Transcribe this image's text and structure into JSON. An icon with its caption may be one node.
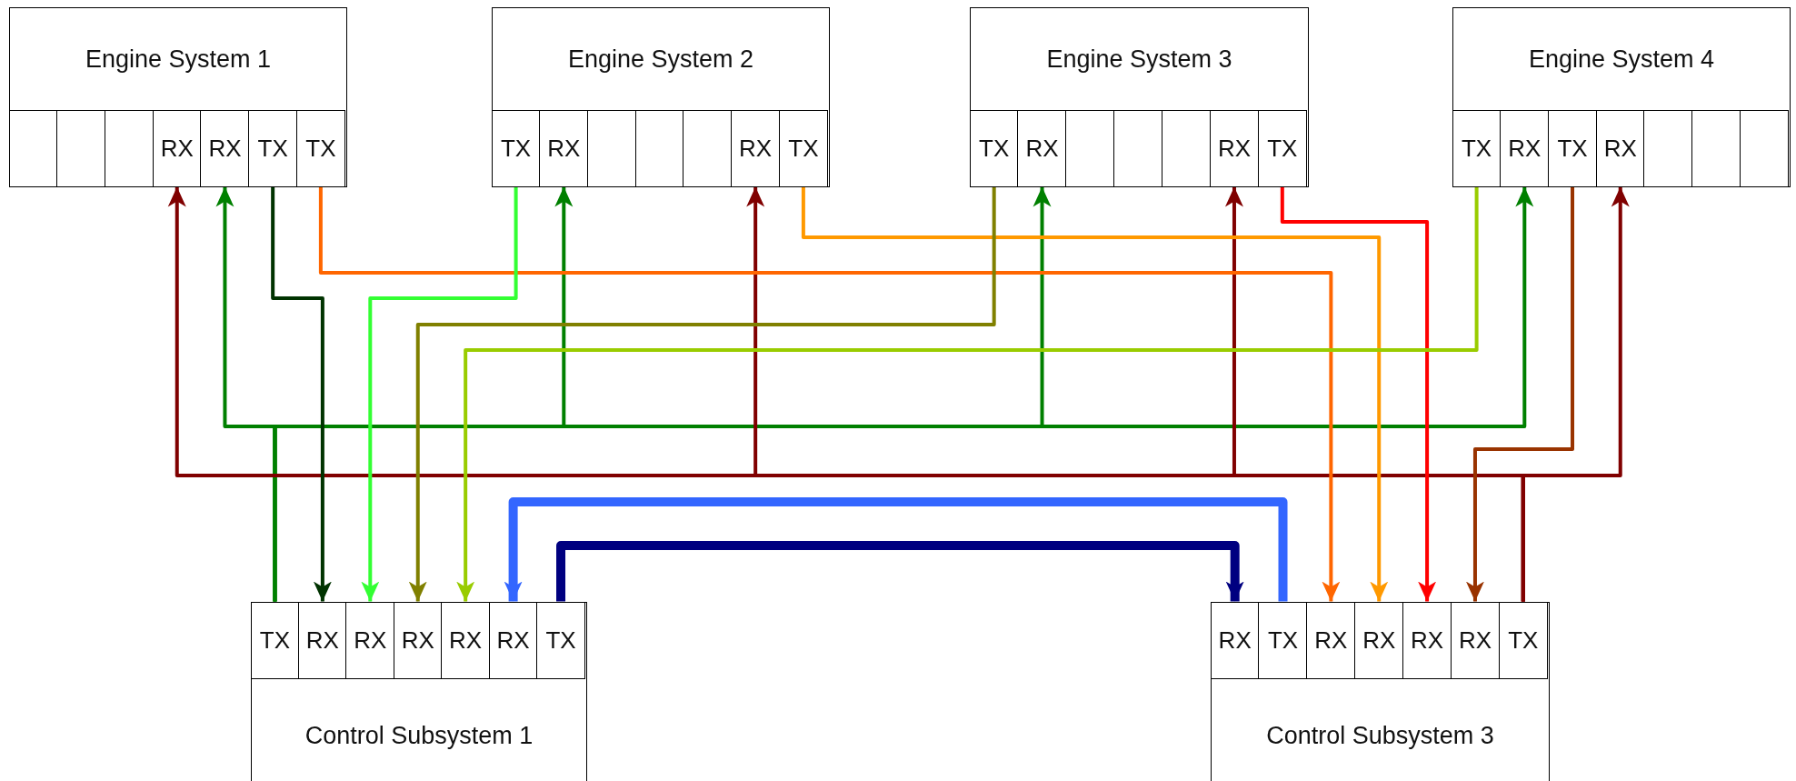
{
  "diagram": {
    "nodes": [
      {
        "text": [
          "Engine System 1"
        ]
      },
      {
        "text": [],
        "shape": "box",
        "in": 0
      },
      {
        "text": [],
        "shape": "box",
        "in": 0
      },
      {
        "text": [],
        "shape": "box",
        "in": 0
      },
      {
        "text": [
          "RX"
        ],
        "in": 0
      },
      {
        "text": [
          "RX"
        ],
        "in": 0
      },
      {
        "text": [
          "TX"
        ],
        "in": 0
      },
      {
        "text": [
          "TX"
        ],
        "in": 0
      },
      {
        "text": [
          "Engine System 2"
        ]
      },
      {
        "text": [
          "TX"
        ],
        "in": 8
      },
      {
        "text": [
          "RX"
        ],
        "in": 8
      },
      {
        "text": [],
        "shape": "box",
        "in": 8
      },
      {
        "text": [],
        "shape": "box",
        "in": 8
      },
      {
        "text": [],
        "shape": "box",
        "in": 8
      },
      {
        "text": [
          "RX"
        ],
        "in": 8
      },
      {
        "text": [
          "TX"
        ],
        "in": 8
      },
      {
        "text": [
          "Engine System 3"
        ]
      },
      {
        "text": [
          "TX"
        ],
        "in": 16
      },
      {
        "text": [
          "RX"
        ],
        "in": 16
      },
      {
        "text": [],
        "shape": "box",
        "in": 16
      },
      {
        "text": [],
        "shape": "box",
        "in": 16
      },
      {
        "text": [],
        "shape": "box",
        "in": 16
      },
      {
        "text": [
          "RX"
        ],
        "in": 16
      },
      {
        "text": [
          "TX"
        ],
        "in": 16
      },
      {
        "text": [
          "Engine System 4"
        ]
      },
      {
        "text": [
          "TX"
        ],
        "in": 24
      },
      {
        "text": [
          "RX"
        ],
        "in": 24
      },
      {
        "text": [
          "TX"
        ],
        "in": 24
      },
      {
        "text": [
          "RX"
        ],
        "in": 24
      },
      {
        "text": [],
        "shape": "box",
        "in": 24
      },
      {
        "text": [],
        "shape": "box",
        "in": 24
      },
      {
        "text": [],
        "shape": "box",
        "in": 24
      },
      {
        "text": [
          "Control Subsystem 1"
        ]
      },
      {
        "text": [
          "TX"
        ],
        "in": 32
      },
      {
        "text": [
          "RX"
        ],
        "in": 32
      },
      {
        "text": [
          "RX"
        ],
        "in": 32
      },
      {
        "text": [
          "RX"
        ],
        "in": 32
      },
      {
        "text": [
          "RX"
        ],
        "in": 32
      },
      {
        "text": [
          "RX"
        ],
        "in": 32
      },
      {
        "text": [
          "TX"
        ],
        "in": 32
      },
      {
        "text": [
          "Control Subsystem 3"
        ]
      },
      {
        "text": [
          "RX"
        ],
        "in": 40
      },
      {
        "text": [
          "TX"
        ],
        "in": 40
      },
      {
        "text": [
          "RX"
        ],
        "in": 40
      },
      {
        "text": [
          "RX"
        ],
        "in": 40
      },
      {
        "text": [
          "RX"
        ],
        "in": 40
      },
      {
        "text": [
          "RX"
        ],
        "in": 40
      },
      {
        "text": [
          "TX"
        ],
        "in": 40
      }
    ],
    "edges": [
      {
        "from": 33,
        "to": 5,
        "arrow": "to",
        "color": "#008000"
      },
      {
        "from": 33,
        "to": 10,
        "arrow": "to",
        "color": "#008000"
      },
      {
        "from": 33,
        "to": 18,
        "arrow": "to",
        "color": "#008000"
      },
      {
        "from": 33,
        "to": 26,
        "arrow": "to",
        "color": "#008000"
      },
      {
        "from": 47,
        "to": 4,
        "arrow": "to",
        "color": "#800000"
      },
      {
        "from": 47,
        "to": 14,
        "arrow": "to",
        "color": "#800000"
      },
      {
        "from": 47,
        "to": 22,
        "arrow": "to",
        "color": "#800000"
      },
      {
        "from": 47,
        "to": 28,
        "arrow": "to",
        "color": "#800000"
      },
      {
        "from": 6,
        "to": 34,
        "arrow": "to",
        "color": "#003300"
      },
      {
        "from": 7,
        "to": 43,
        "arrow": "to",
        "color": "#ff6600"
      },
      {
        "from": 9,
        "to": 35,
        "arrow": "to",
        "color": "#33ff33"
      },
      {
        "from": 15,
        "to": 44,
        "arrow": "to",
        "color": "#ff9900"
      },
      {
        "from": 17,
        "to": 36,
        "arrow": "to",
        "color": "#808000"
      },
      {
        "from": 23,
        "to": 45,
        "arrow": "to",
        "color": "#ff0000"
      },
      {
        "from": 25,
        "to": 37,
        "arrow": "to",
        "color": "#99cc00"
      },
      {
        "from": 27,
        "to": 46,
        "arrow": "to",
        "color": "#993300"
      },
      {
        "from": 42,
        "to": 38,
        "arrow": "to",
        "style": "thick",
        "color": "#3366ff"
      },
      {
        "from": 39,
        "to": 41,
        "arrow": "to",
        "style": "thick",
        "color": "#000080"
      }
    ]
  }
}
